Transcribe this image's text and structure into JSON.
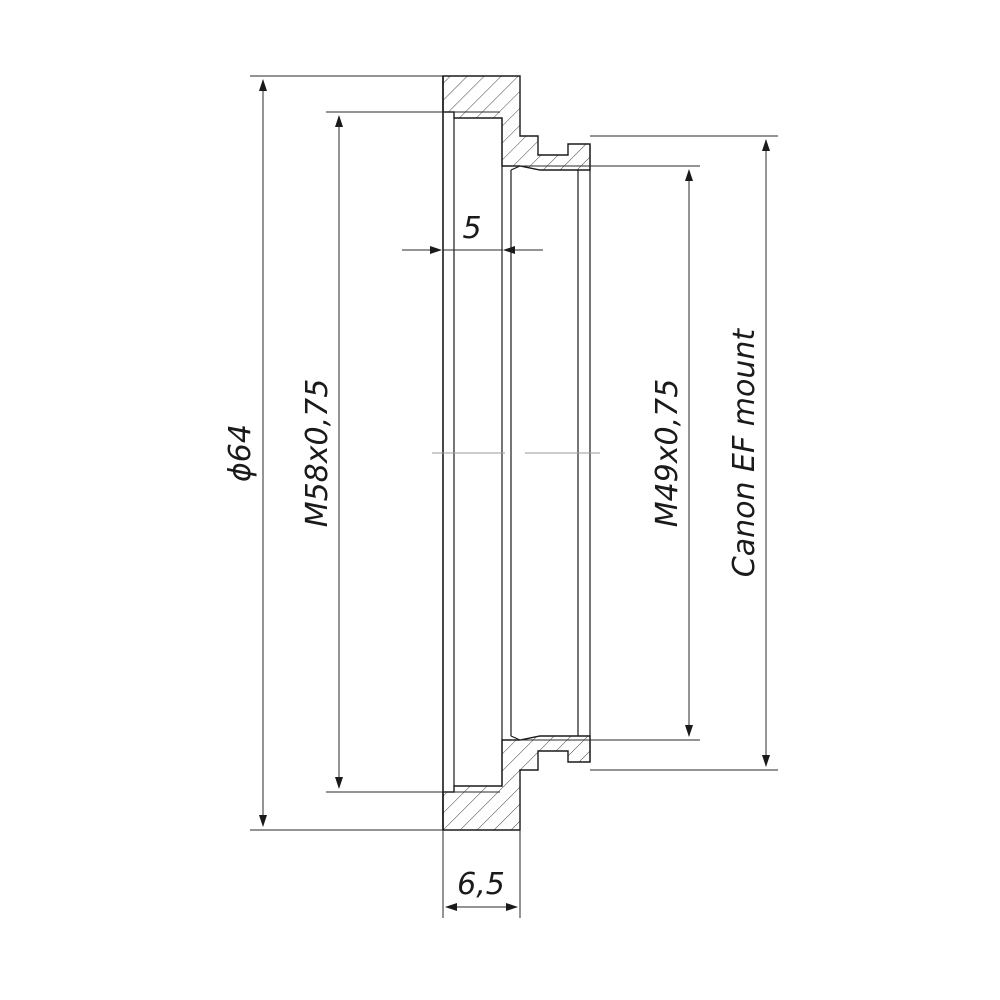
{
  "drawing": {
    "labels": {
      "outer_diameter": "ϕ64",
      "front_thread": "M58x0,75",
      "rear_thread": "M49x0,75",
      "mount": "Canon EF mount",
      "depth_front": "5",
      "total_thickness": "6,5"
    },
    "colors": {
      "line": "#1a1a1a",
      "centerline": "#9a9a9a",
      "background": "#ffffff"
    }
  }
}
